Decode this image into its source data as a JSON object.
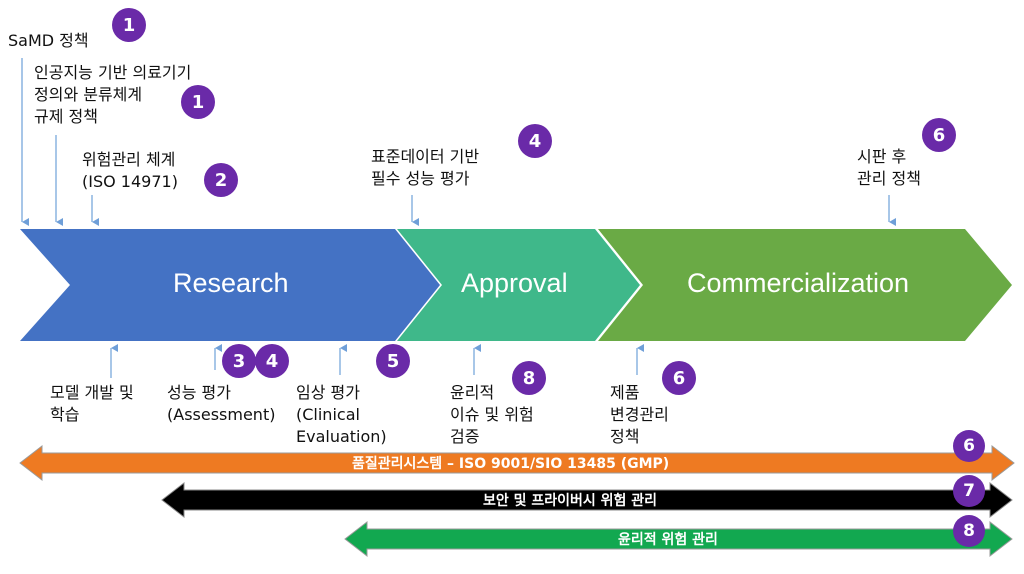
{
  "stages": [
    {
      "label": "Research",
      "color": "#4472c4"
    },
    {
      "label": "Approval",
      "color": "#3fb88a"
    },
    {
      "label": "Commercialization",
      "color": "#6aaa45"
    }
  ],
  "top_labels": [
    {
      "lines": [
        "SaMD 정책"
      ],
      "badge": "1"
    },
    {
      "lines": [
        "인공지능 기반 의료기기",
        "정의와 분류체계",
        "규제 정책"
      ],
      "badge": "1"
    },
    {
      "lines": [
        "위험관리 체계",
        "(ISO 14971)"
      ],
      "badge": "2"
    },
    {
      "lines": [
        "표준데이터 기반",
        "필수 성능 평가"
      ],
      "badge": "4"
    },
    {
      "lines": [
        "시판 후",
        "관리 정책"
      ],
      "badge": "6"
    }
  ],
  "bottom_labels": [
    {
      "lines": [
        "모델 개발 및",
        "학습"
      ]
    },
    {
      "lines": [
        "성능 평가",
        "(Assessment)"
      ],
      "badges": [
        "3",
        "4"
      ]
    },
    {
      "lines": [
        "임상 평가",
        "(Clinical",
        "Evaluation)"
      ],
      "badge": "5"
    },
    {
      "lines": [
        "윤리적",
        "이슈 및 위험",
        "검증"
      ],
      "badge": "8"
    },
    {
      "lines": [
        "제품",
        "변경관리",
        "정책"
      ],
      "badge": "6"
    }
  ],
  "bars": [
    {
      "label": "품질관리시스템 – ISO 9001/SIO 13485 (GMP)",
      "badge": "6",
      "color": "#ee7a22"
    },
    {
      "label": "보안 및 프라이버시 위험 관리",
      "badge": "7",
      "color": "#000000"
    },
    {
      "label": "윤리적 위험 관리",
      "badge": "8",
      "color": "#12a850"
    }
  ],
  "colors": {
    "badge": "#6a2aa8",
    "pointer_arrow": "#8ab4e0"
  }
}
